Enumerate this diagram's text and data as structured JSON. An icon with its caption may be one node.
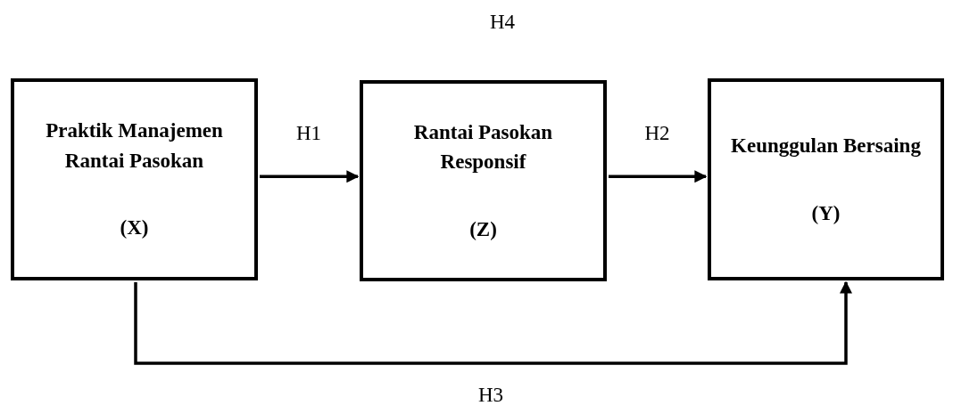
{
  "diagram": {
    "nodes": [
      {
        "text": [
          "Praktik Manajemen Rantai Pasokan",
          "(X)"
        ]
      },
      {
        "text": [
          "Rantai Pasokan Responsif",
          "(Z)"
        ]
      },
      {
        "text": [
          "Keunggulan Bersaing",
          "(Y)"
        ]
      }
    ],
    "edges": [
      {
        "from": 0,
        "to": 1,
        "arrow": "to",
        "label": "H1"
      },
      {
        "from": 1,
        "to": 2,
        "arrow": "to",
        "label": "H2"
      },
      {
        "from": 0,
        "to": 2,
        "arrow": "to",
        "label": "H3"
      }
    ],
    "labels": [
      "H4"
    ]
  }
}
